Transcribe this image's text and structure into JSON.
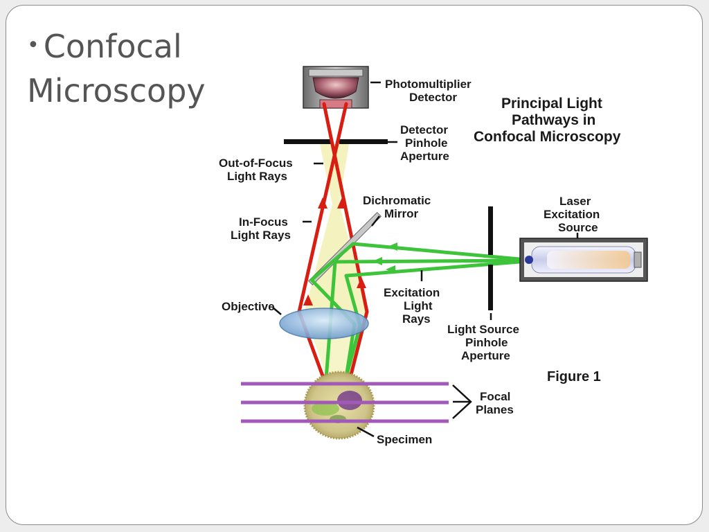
{
  "slide": {
    "bullet": "•",
    "title_line1": "Confocal",
    "title_line2": "Microscopy"
  },
  "diagram": {
    "title_line1": "Principal Light",
    "title_line2": "Pathways in",
    "title_line3": "Confocal Microscopy",
    "figure_label": "Figure 1",
    "labels": {
      "photomultiplier_1": "Photomultiplier",
      "photomultiplier_2": "Detector",
      "det_pinhole_1": "Detector",
      "det_pinhole_2": "Pinhole",
      "det_pinhole_3": "Aperture",
      "out_of_focus_1": "Out-of-Focus",
      "out_of_focus_2": "Light Rays",
      "dichromatic_1": "Dichromatic",
      "dichromatic_2": "Mirror",
      "in_focus_1": "In-Focus",
      "in_focus_2": "Light Rays",
      "laser_1": "Laser",
      "laser_2": "Excitation",
      "laser_3": "Source",
      "objective": "Objective",
      "excitation_1": "Excitation",
      "excitation_2": "Light",
      "excitation_3": "Rays",
      "ls_pinhole_1": "Light Source",
      "ls_pinhole_2": "Pinhole",
      "ls_pinhole_3": "Aperture",
      "focal_1": "Focal",
      "focal_2": "Planes",
      "specimen": "Specimen"
    },
    "colors": {
      "red_ray": "#d81e12",
      "green_ray": "#3ec43a",
      "focal_plane": "#a25ab8",
      "cone": "#f2f0b0",
      "lens": "#8fb8e0"
    }
  }
}
